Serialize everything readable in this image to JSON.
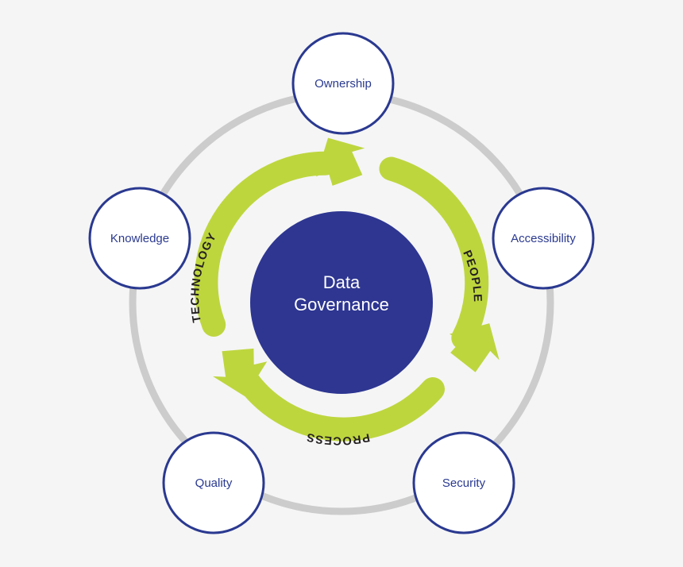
{
  "diagram": {
    "title": "Data Governance",
    "background_color": "#f5f5f5",
    "center": {
      "label_line1": "Data",
      "label_line2": "Governance",
      "fill_color": "#2e3691",
      "text_color": "#ffffff"
    },
    "ring": {
      "color": "#cccccc",
      "thickness": 9
    },
    "nodes": [
      {
        "label": "Ownership",
        "position": "top",
        "fill": "#ffffff",
        "stroke": "#2a3990",
        "text_color": "#2a3990"
      },
      {
        "label": "Accessibility",
        "position": "right",
        "fill": "#ffffff",
        "stroke": "#2a3990",
        "text_color": "#2a3990"
      },
      {
        "label": "Security",
        "position": "bottom-right",
        "fill": "#ffffff",
        "stroke": "#2a3990",
        "text_color": "#2a3990"
      },
      {
        "label": "Quality",
        "position": "bottom-left",
        "fill": "#ffffff",
        "stroke": "#2a3990",
        "text_color": "#2a3990"
      },
      {
        "label": "Knowledge",
        "position": "left",
        "fill": "#ffffff",
        "stroke": "#2a3990",
        "text_color": "#2a3990"
      }
    ],
    "arrows": [
      {
        "label": "TECHNOLOGY",
        "color": "#bed63e",
        "text_color": "#231f20",
        "segment": "left-to-top",
        "direction": "clockwise"
      },
      {
        "label": "PEOPLE",
        "color": "#bed63e",
        "text_color": "#231f20",
        "segment": "top-to-bottom-right",
        "direction": "clockwise"
      },
      {
        "label": "PROCESS",
        "color": "#bed63e",
        "text_color": "#231f20",
        "segment": "bottom-right-to-left",
        "direction": "clockwise"
      }
    ]
  }
}
